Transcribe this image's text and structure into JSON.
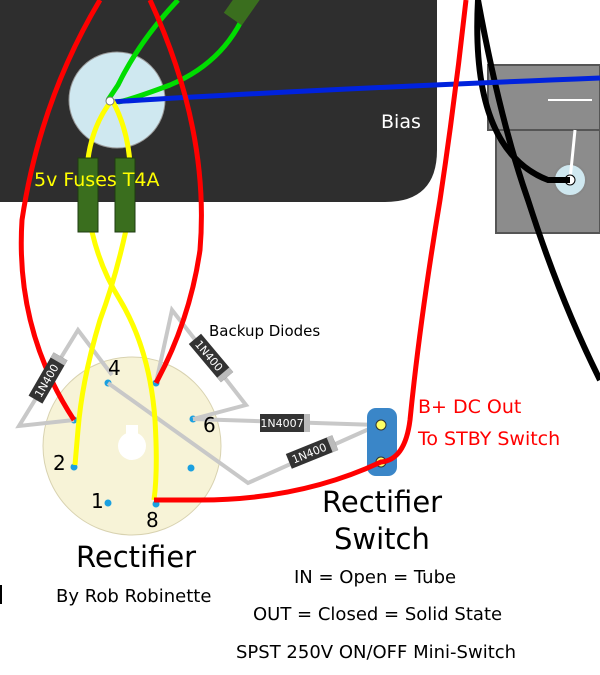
{
  "labels": {
    "bias": "Bias",
    "fuses": "5v Fuses T4A",
    "backup_diodes": "Backup Diodes",
    "bplus_line1": "B+ DC Out",
    "bplus_line2": "To STBY Switch",
    "rect_switch_line1": "Rectifier",
    "rect_switch_line2": "Switch",
    "rectifier_title": "Rectifier",
    "author": "By Rob Robinette",
    "in_note": "IN = Open = Tube",
    "out_note": "OUT = Closed = Solid State",
    "spst_note": "SPST 250V ON/OFF Mini-Switch"
  },
  "pins": {
    "p1": "1",
    "p2": "2",
    "p4": "4",
    "p6": "6",
    "p8": "8"
  },
  "diodes": {
    "d1": "1N400",
    "d2": "1N400",
    "d3": "1N4007",
    "d4": "1N400"
  },
  "colors": {
    "chassis": "#2e2e2e",
    "socket": "#f7f3d7",
    "turret": "#cfe8f0",
    "wire_red": "#ff0000",
    "wire_yellow": "#ffff00",
    "wire_green": "#00dd00",
    "wire_blue": "#0022dd",
    "wire_black": "#000000",
    "fuse": "#3a6e1e",
    "diode_body": "#333333",
    "switch": "#3a86c8"
  }
}
